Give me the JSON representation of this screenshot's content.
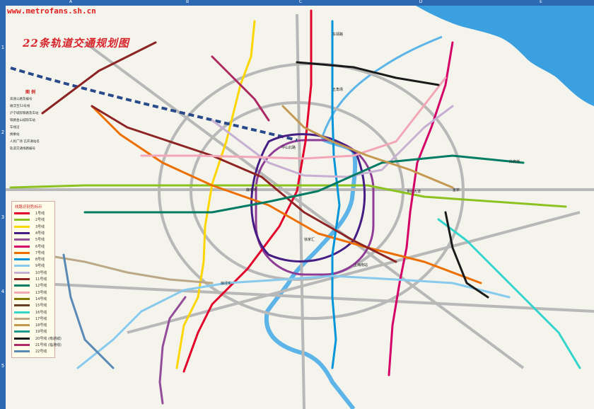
{
  "header": {
    "watermark": "www.metrofans.sh.cn",
    "title": "22条轨道交通规划图"
  },
  "grid": {
    "cols": [
      "A",
      "B",
      "C",
      "D",
      "E"
    ],
    "rows": [
      "1",
      "2",
      "3",
      "4",
      "5"
    ]
  },
  "legend": {
    "title": "图 例",
    "items": [
      "高速公路及编号",
      "磁浮至53号线",
      "沪宁城际铁路及车站",
      "铁路金山城际车站",
      "车线沿",
      "换乘站",
      "人民广场  已开通站名",
      "轨道交通线路编号"
    ]
  },
  "line_key": {
    "title": "线路识别色标示",
    "lines": [
      {
        "label": "1号线",
        "color": "#e3002b"
      },
      {
        "label": "2号线",
        "color": "#8cc220"
      },
      {
        "label": "3号线",
        "color": "#fcd600"
      },
      {
        "label": "4号线",
        "color": "#461d84"
      },
      {
        "label": "5号线",
        "color": "#944d9a"
      },
      {
        "label": "6号线",
        "color": "#d40068"
      },
      {
        "label": "7号线",
        "color": "#ed6f00"
      },
      {
        "label": "8号线",
        "color": "#0094d8"
      },
      {
        "label": "9号线",
        "color": "#87caed"
      },
      {
        "label": "10号线",
        "color": "#c7afd3"
      },
      {
        "label": "11号线",
        "color": "#8e2323"
      },
      {
        "label": "12号线",
        "color": "#007b63"
      },
      {
        "label": "13号线",
        "color": "#f3a6b7"
      },
      {
        "label": "14号线",
        "color": "#827a04"
      },
      {
        "label": "15号线",
        "color": "#673f1e"
      },
      {
        "label": "16号线",
        "color": "#32d4cb"
      },
      {
        "label": "17号线",
        "color": "#bca886"
      },
      {
        "label": "18号线",
        "color": "#c4984f"
      },
      {
        "label": "19号线",
        "color": "#1d9b8f"
      },
      {
        "label": "20号线 (南通城)",
        "color": "#1a1a1a"
      },
      {
        "label": "21号线 (临港线)",
        "color": "#ae2a67"
      },
      {
        "label": "22号线",
        "color": "#5a89b5"
      }
    ]
  },
  "stations": [
    "东靖路",
    "五角场",
    "中山北路",
    "静安寺",
    "徐家汇",
    "上海南站",
    "徐泾东",
    "世纪大道",
    "金桥",
    "外高桥"
  ],
  "colors": {
    "sea": "#3aa0df",
    "river": "#5db4e8",
    "grid_bar": "#2d69b3",
    "title": "#d8252c",
    "background": "#f4f4ec"
  }
}
